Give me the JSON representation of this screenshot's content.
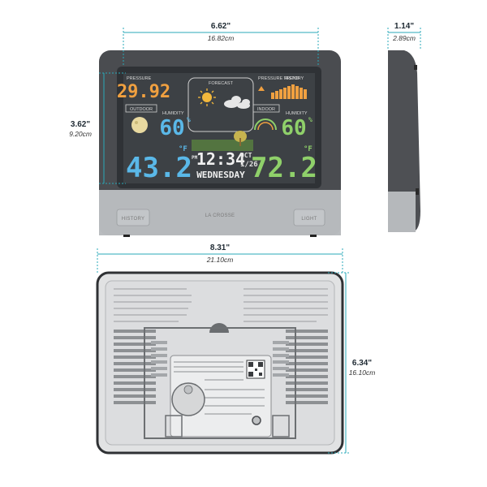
{
  "dimensions": {
    "front_width": {
      "value": "6.62\"",
      "metric": "16.82cm"
    },
    "front_height": {
      "value": "3.62\"",
      "metric": "9.20cm"
    },
    "side_depth": {
      "value": "1.14\"",
      "metric": "2.89cm"
    },
    "back_width": {
      "value": "8.31\"",
      "metric": "21.10cm"
    },
    "back_height": {
      "value": "6.34\"",
      "metric": "16.10cm"
    }
  },
  "display": {
    "pressure": "29.92",
    "forecast_label": "FORECAST",
    "outdoor_label": "OUTDOOR",
    "indoor_label": "INDOOR",
    "outdoor_humidity": "60",
    "indoor_humidity": "60",
    "humidity_unit": "%",
    "outdoor_temp": "43.2",
    "indoor_temp": "72.2",
    "temp_unit": "°F",
    "time": "12:34",
    "am_pm": "PM",
    "date_month": "OCT",
    "date_day": "1/26",
    "weekday": "WEDNESDAY"
  },
  "device": {
    "brand": "LA CROSSE",
    "history_button": "HISTORY",
    "light_button": "LIGHT"
  },
  "colors": {
    "teal_dimension": "#28a9b8",
    "lcd_bg": "#3f4347",
    "pressure_orange": "#f0a040",
    "outdoor_blue": "#5ab8e8",
    "indoor_green": "#8fd06a"
  }
}
